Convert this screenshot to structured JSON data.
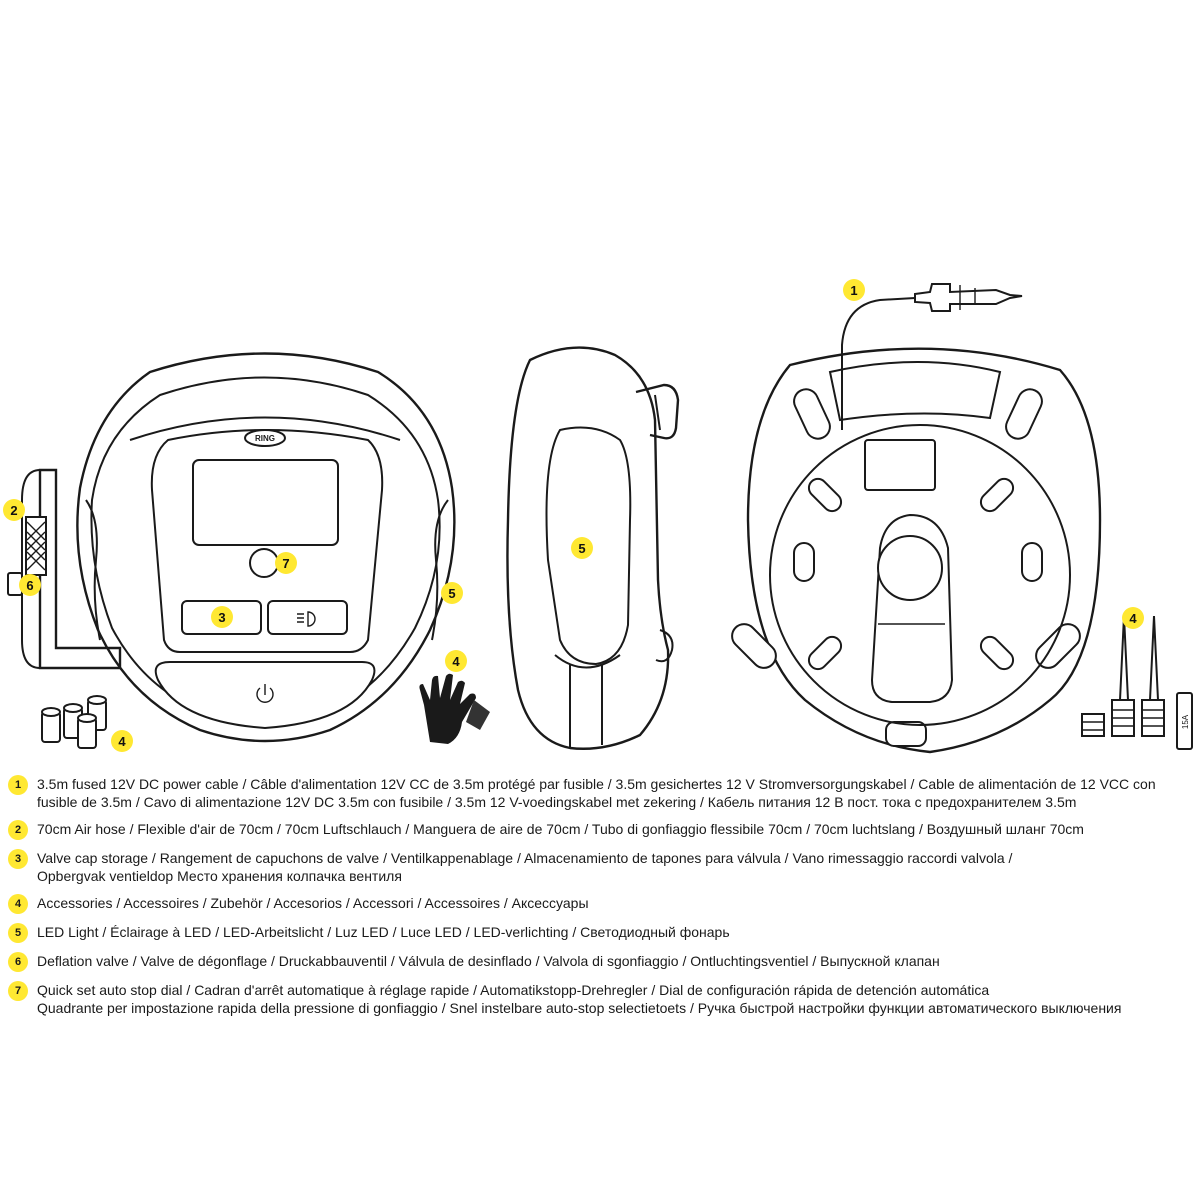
{
  "callouts": {
    "power_cable": "1",
    "air_hose": "2",
    "valve_cap_storage": "3",
    "accessories": "4",
    "led_light": "5",
    "deflation_valve": "6",
    "auto_stop_dial": "7"
  },
  "device": {
    "logo": "RING",
    "fuse_label": "15A"
  },
  "legend": [
    {
      "number": "1",
      "lines": [
        "3.5m fused 12V DC power cable / Câble d'alimentation 12V CC de 3.5m protégé par fusible / 3.5m gesichertes 12 V Stromversorgungskabel / Cable de alimentación de 12 VCC con",
        "fusible de 3.5m / Cavo di alimentazione 12V DC 3.5m con fusibile / 3.5m 12 V-voedingskabel met zekering / Кабель питания 12 В пост. тока с предохранителем 3.5m"
      ]
    },
    {
      "number": "2",
      "lines": [
        "70cm Air hose / Flexible d'air de 70cm / 70cm Luftschlauch / Manguera de aire de 70cm / Tubo di gonfiaggio flessibile 70cm / 70cm luchtslang / Воздушный шланг 70cm"
      ]
    },
    {
      "number": "3",
      "lines": [
        "Valve cap storage / Rangement de capuchons de valve / Ventilkappenablage / Almacenamiento de tapones para válvula / Vano rimessaggio raccordi valvola /",
        "Opbergvak ventieldop Место хранения колпачка вентиля"
      ]
    },
    {
      "number": "4",
      "lines": [
        "Accessories / Accessoires / Zubehör / Accesorios / Accessori / Accessoires / Аксессуары"
      ]
    },
    {
      "number": "5",
      "lines": [
        "LED Light / Éclairage à LED / LED-Arbeitslicht / Luz LED / Luce LED / LED-verlichting / Светодиодный фонарь"
      ]
    },
    {
      "number": "6",
      "lines": [
        "Deflation valve / Valve de dégonflage / Druckabbauventil / Válvula de desinflado / Valvola di sgonfiaggio / Ontluchtingsventiel / Выпускной клапан"
      ]
    },
    {
      "number": "7",
      "lines": [
        "Quick set auto stop dial / Cadran d'arrêt automatique à réglage rapide / Automatikstopp-Drehregler / Dial de configuración rápida de detención automática",
        "Quadrante per impostazione rapida della pressione di gonfiaggio / Snel instelbare auto-stop selectietoets / Ручка быстрой настройки функции автоматического выключения"
      ]
    }
  ]
}
